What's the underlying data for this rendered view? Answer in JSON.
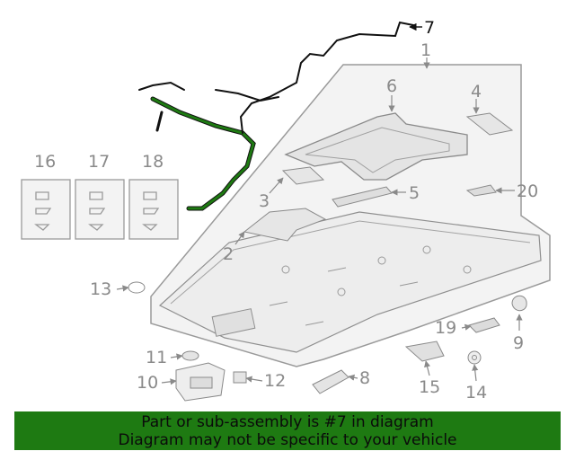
{
  "callouts": {
    "c1": "1",
    "c2": "2",
    "c3": "3",
    "c4": "4",
    "c5": "5",
    "c6": "6",
    "c7": "7",
    "c8": "8",
    "c9": "9",
    "c10": "10",
    "c11": "11",
    "c12": "12",
    "c13": "13",
    "c14": "14",
    "c15": "15",
    "c16": "16",
    "c17": "17",
    "c18": "18",
    "c19": "19",
    "c20": "20"
  },
  "highlight_color": "#1e7a12",
  "banner": {
    "line1": "Part or sub-assembly is #7 in diagram",
    "line2": "Diagram may not be specific to your vehicle"
  }
}
